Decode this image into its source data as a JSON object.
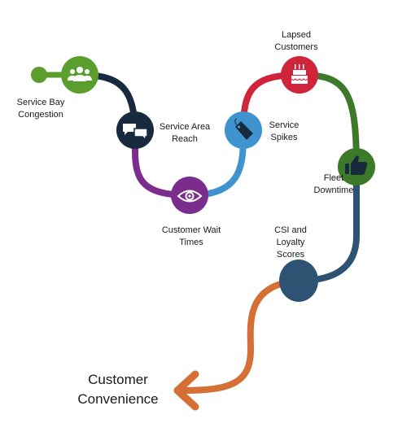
{
  "nodes": {
    "service_bay": {
      "label": "Service Bay\nCongestion",
      "color": "#5c9e2e",
      "icon": "people-icon"
    },
    "service_area": {
      "label": "Service Area\nReach",
      "color": "#172a3e",
      "icon": "chat-bubbles-icon"
    },
    "wait_times": {
      "label": "Customer Wait\nTimes",
      "color": "#7b2d8e",
      "icon": "eye-icon"
    },
    "service_spikes": {
      "label": "Service\nSpikes",
      "color": "#3f94d0",
      "icon": "price-tag-icon"
    },
    "lapsed": {
      "label": "Lapsed\nCustomers",
      "color": "#d0243b",
      "icon": "birthday-cake-icon"
    },
    "fleet": {
      "label": "Fleet\nDowntime",
      "color": "#3c7a2a",
      "icon": "thumbs-up-icon"
    },
    "csi": {
      "label": "CSI and\nLoyalty\nScores",
      "color": "#2d5272"
    }
  },
  "destination": {
    "label": "Customer\nConvenience",
    "color": "#d46f35",
    "icon": "arrow-left-icon"
  }
}
